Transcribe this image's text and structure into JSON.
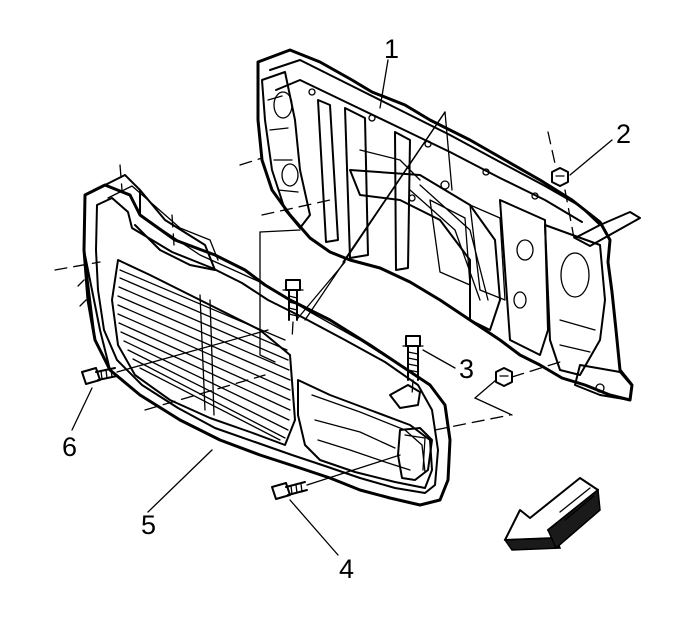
{
  "callouts": [
    {
      "id": "1",
      "label": "1"
    },
    {
      "id": "2",
      "label": "2"
    },
    {
      "id": "3",
      "label": "3"
    },
    {
      "id": "4",
      "label": "4"
    },
    {
      "id": "5",
      "label": "5"
    },
    {
      "id": "6",
      "label": "6"
    }
  ],
  "colors": {
    "ink": "#000000",
    "paper": "#ffffff",
    "arrow_dark": "#1a1a1a"
  },
  "icons": {
    "direction_arrow": "front-direction-arrow-icon"
  }
}
